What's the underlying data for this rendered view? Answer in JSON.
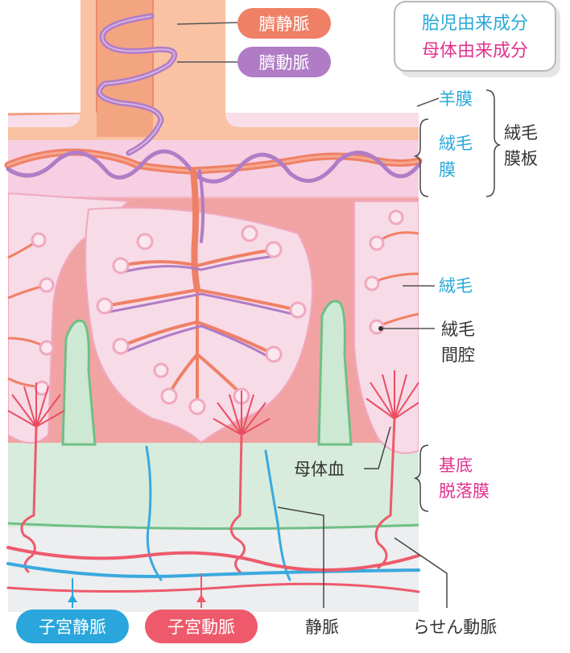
{
  "legend": {
    "fetal": "胎児由来成分",
    "maternal": "母体由来成分",
    "fetal_color": "#29a9d8",
    "maternal_color": "#e0338f"
  },
  "labels": {
    "umbilical_vein": "臍静脈",
    "umbilical_artery": "臍動脈",
    "amnion": "羊膜",
    "chorion_line1": "絨毛",
    "chorion_line2": "膜",
    "chorionic_plate_line1": "絨毛",
    "chorionic_plate_line2": "膜板",
    "villi": "絨毛",
    "intervillous_line1": "絨毛",
    "intervillous_line2": "間腔",
    "maternal_blood": "母体血",
    "decidua_line1": "基底",
    "decidua_line2": "脱落膜",
    "uterine_vein": "子宮静脈",
    "uterine_artery": "子宮動脈",
    "vein": "静脈",
    "spiral_artery": "らせん動脈"
  },
  "colors": {
    "umbilical_vein_badge": "#ef8066",
    "umbilical_artery_badge": "#b07cc6",
    "uterine_vein_badge": "#2aa6dc",
    "uterine_artery_badge": "#ee5a6b",
    "fetal_label": "#29a9d8",
    "maternal_label": "#e0338f"
  }
}
